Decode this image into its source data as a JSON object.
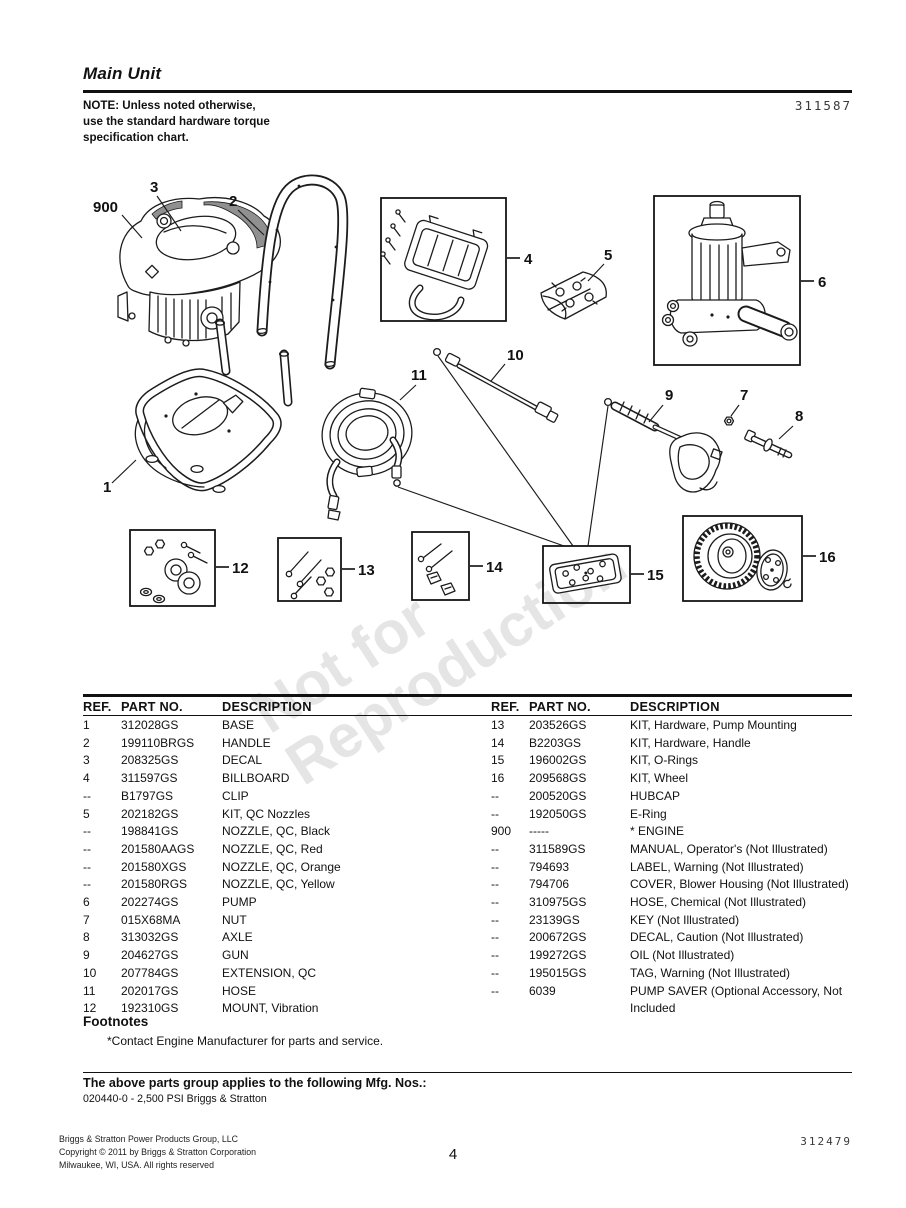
{
  "page": {
    "title": "Main Unit",
    "doc_number": "311587",
    "note_lines": "NOTE: Unless noted otherwise,\nuse the standard hardware torque\nspecification chart.",
    "watermark_line1": "Not for",
    "watermark_line2": "Reproduction"
  },
  "diagram": {
    "callouts": {
      "base": "1",
      "handle": "2",
      "decal": "3",
      "billboard": "4",
      "nozzle_kit": "5",
      "pump": "6",
      "nut": "7",
      "axle": "8",
      "gun": "9",
      "extension": "10",
      "hose": "11",
      "mount_kit": "12",
      "pump_hardware": "13",
      "handle_hardware": "14",
      "oring_kit": "15",
      "wheel_kit": "16",
      "engine": "900"
    }
  },
  "parts_table": {
    "headers": [
      "REF.",
      "PART NO.",
      "DESCRIPTION"
    ],
    "left_rows": [
      [
        "1",
        "312028GS",
        "BASE"
      ],
      [
        "2",
        "199110BRGS",
        "HANDLE"
      ],
      [
        "3",
        "208325GS",
        "DECAL"
      ],
      [
        "4",
        "311597GS",
        "BILLBOARD"
      ],
      [
        "--",
        "B1797GS",
        "CLIP"
      ],
      [
        "5",
        "202182GS",
        "KIT, QC Nozzles"
      ],
      [
        "--",
        "198841GS",
        "NOZZLE, QC, Black"
      ],
      [
        "--",
        "201580AAGS",
        "NOZZLE, QC, Red"
      ],
      [
        "--",
        "201580XGS",
        "NOZZLE, QC, Orange"
      ],
      [
        "--",
        "201580RGS",
        "NOZZLE, QC, Yellow"
      ],
      [
        "6",
        "202274GS",
        "PUMP"
      ],
      [
        "7",
        "015X68MA",
        "NUT"
      ],
      [
        "8",
        "313032GS",
        "AXLE"
      ],
      [
        "9",
        "204627GS",
        "GUN"
      ],
      [
        "10",
        "207784GS",
        "EXTENSION, QC"
      ],
      [
        "11",
        "202017GS",
        "HOSE"
      ],
      [
        "12",
        "192310GS",
        "MOUNT, Vibration"
      ]
    ],
    "right_rows": [
      [
        "13",
        "203526GS",
        "KIT, Hardware, Pump Mounting"
      ],
      [
        "14",
        "B2203GS",
        "KIT, Hardware, Handle"
      ],
      [
        "15",
        "196002GS",
        "KIT, O-Rings"
      ],
      [
        "16",
        "209568GS",
        "KIT, Wheel"
      ],
      [
        "--",
        "200520GS",
        "HUBCAP"
      ],
      [
        "--",
        "192050GS",
        "E-Ring"
      ],
      [
        "900",
        "-----",
        "* ENGINE"
      ],
      [
        "--",
        "311589GS",
        "MANUAL, Operator's (Not Illustrated)"
      ],
      [
        "--",
        "794693",
        "LABEL, Warning (Not Illustrated)"
      ],
      [
        "--",
        "794706",
        "COVER, Blower Housing (Not Illustrated)"
      ],
      [
        "--",
        "310975GS",
        "HOSE, Chemical (Not Illustrated)"
      ],
      [
        "--",
        "23139GS",
        "KEY (Not Illustrated)"
      ],
      [
        "--",
        "200672GS",
        "DECAL, Caution (Not Illustrated)"
      ],
      [
        "--",
        "199272GS",
        "OIL (Not Illustrated)"
      ],
      [
        "--",
        "195015GS",
        "TAG, Warning (Not Illustrated)"
      ],
      [
        "--",
        "6039",
        "PUMP SAVER (Optional Accessory, Not\nIncluded"
      ]
    ]
  },
  "footnotes": {
    "title": "Footnotes",
    "item": "*Contact Engine Manufacturer for parts and service."
  },
  "mfg": {
    "heading": "The above parts group applies to the following Mfg. Nos.:",
    "item": "020440-0 - 2,500 PSI Briggs & Stratton"
  },
  "footer": {
    "company": "Briggs & Stratton Power Products Group, LLC\nCopyright © 2011 by Briggs & Stratton Corporation\nMilwaukee, WI, USA. All rights reserved",
    "page_number": "4",
    "doc_number": "312479"
  }
}
